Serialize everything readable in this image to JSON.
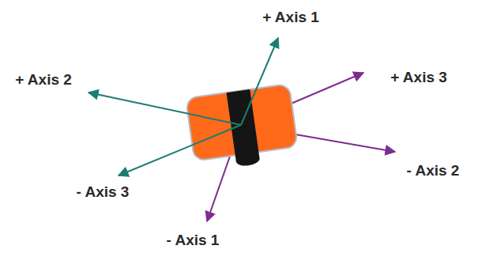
{
  "diagram": {
    "labels": [
      "+ Axis 1",
      "+ Axis 2",
      "+ Axis 3",
      "- Axis 2",
      "- Axis 3",
      "- Axis 1"
    ]
  }
}
